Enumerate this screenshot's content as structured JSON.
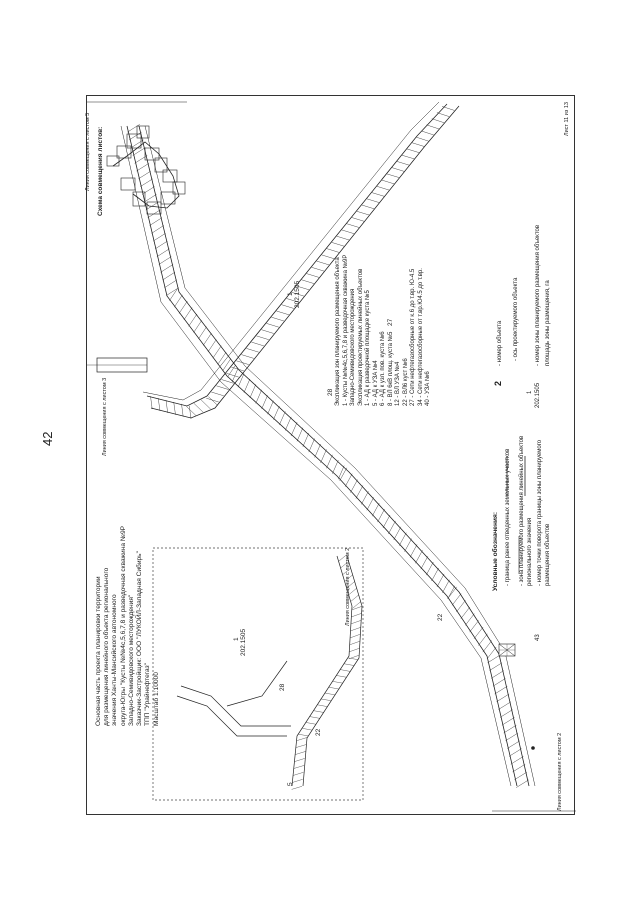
{
  "page_number": "42",
  "title_block": {
    "lines": [
      "Основная часть проекта планировки территории",
      "для размещения линейного объекта регионального",
      "значения Ханты-Мансийского автономного",
      "округа-Югры \"Кусты №№4с,5,6,7,8 и разведочная скважина №9Р",
      "Западно-Семивидовского месторождения\"",
      "Заказчик-Застройщик: ООО \"ЛУКОЙЛ-Западная Сибирь\"",
      "ТПП \"Урайнефтегаз\"",
      "Масштаб 1:10000"
    ]
  },
  "explication": {
    "title": "Экспликация зон планируемого размещения объекта",
    "lines": [
      "1 - Кусты №№4с,5,6,7,8 и разведочная скважина №9Р",
      "Западно-Семивидовского месторождения",
      "Экспликация проектируемых линейных объектов",
      "1 - АД к разведочной площадке куста №5",
      "5 - АД к УЗА №4",
      "6 - АД к узл. пов. куста №6",
      "8 - ВЛ 6кВ площ. куста №5",
      "12 - ВЛ УЗА №4",
      "22 - ВЛ6 куст №6",
      "27 - Сети нефтегазосборные от к.6 до т.вр. Ю-4.5",
      "34 - Сети нефтегазосборные от т.вр.Ю4.5 до т.вр.",
      "40 - УЗА №6"
    ]
  },
  "legend": {
    "title": "Условные обозначения:",
    "items": [
      {
        "text": "- граница ранее отведенных земельных участков"
      },
      {
        "text": "- зона планируемого размещения линейных объектов"
      },
      {
        "text": "регионального значения"
      },
      {
        "marker": "43",
        "text": "- номер точки поворота границы зоны планируемого"
      },
      {
        "text": "размещения объектов"
      }
    ],
    "right_items": [
      {
        "marker": "2",
        "text": "- номер объекта"
      },
      {
        "text": "- ось проектируемого объекта"
      },
      {
        "marker_top": "1",
        "marker_bottom": "202.1505",
        "text": "- номер зоны планируемого размещения объектов"
      },
      {
        "text": "площадь зоны размещения, га"
      }
    ]
  },
  "scheme": {
    "title": "Схема совмещения листов:"
  },
  "sheet_links": {
    "left_top": "Линия совмещения с листом 2",
    "left_mid": "Линия совмещения с листом 3",
    "top_right": "Линия совмещения с листом 5",
    "inset_link": "Линия совмещения с листом 2"
  },
  "callouts": {
    "main_zone_num": "1",
    "main_zone_area": "202.1505",
    "inset_zone_num": "1",
    "inset_zone_area": "202.1505",
    "obj_27": "27",
    "obj_28": "28",
    "obj_22": "22",
    "obj_5": "5",
    "obj_22_inset": "22",
    "obj_28_inset": "28"
  },
  "sheet_footer": "Лист 11 из 13"
}
